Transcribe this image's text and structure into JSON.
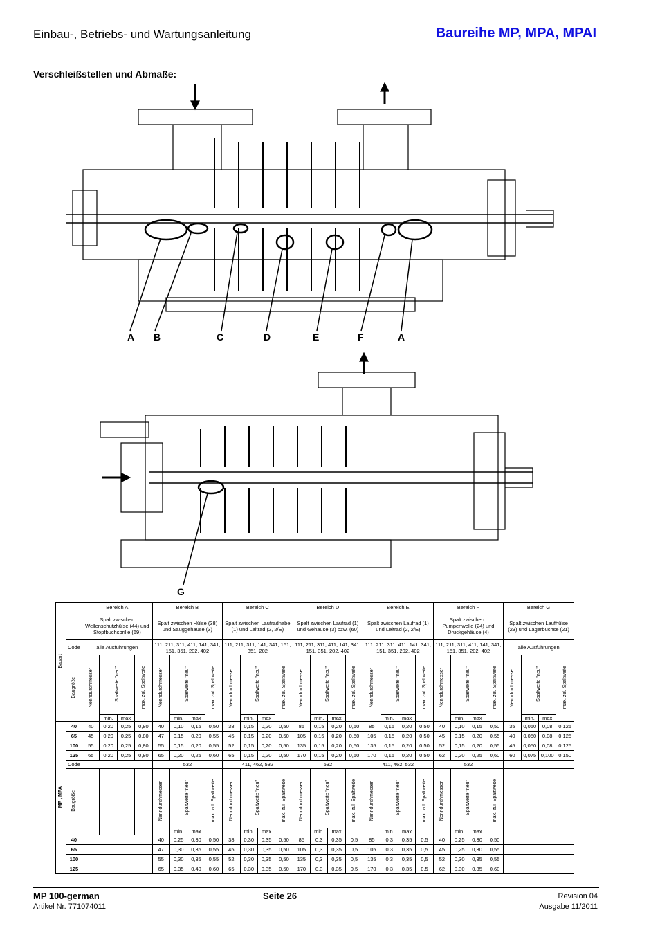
{
  "header": {
    "left": "Einbau-, Betriebs- und Wartungsanleitung",
    "right": "Baureihe MP, MPA, MPAI"
  },
  "section_title": "Verschleißstellen und Abmaße:",
  "markers_top": [
    "A",
    "B",
    "C",
    "D",
    "E",
    "F",
    "A"
  ],
  "marker_bottom": "G",
  "table": {
    "bauart": "Bauart",
    "mp_mpa": "MP , MPA",
    "code": "Code",
    "baugroesse": "Baugröße",
    "nenn": "Nenndurchmesser",
    "neu": "Spaltweite \"neu\"",
    "max_zul": "max. zul. Spaltweite",
    "min": "min.",
    "max": "max",
    "bereiche": [
      {
        "name": "Bereich A",
        "desc": "Spalt zwischen Wellenschutzhülse (44) und Stopfbuchsbrille (69)",
        "codes": "alle Ausführungen"
      },
      {
        "name": "Bereich B",
        "desc": "Spalt zwischen Hülse (38) und Sauggehäuse (3)",
        "codes": "111, 211, 311, 411, 141, 341, 151, 351, 202, 402"
      },
      {
        "name": "Bereich C",
        "desc": "Spalt zwischen Laufradnabe (1) und Leitrad (2, 2/E)",
        "codes": "111, 211, 311, 141, 341, 151, 351, 202"
      },
      {
        "name": "Bereich D",
        "desc": "Spalt zwischen Laufrad (1) und Gehäuse (3) bzw. (60)",
        "codes": "111, 211, 311, 411, 141, 341, 151, 351, 202, 402"
      },
      {
        "name": "Bereich E",
        "desc": "Spalt zwischen Laufrad (1) und Leitrad (2, 2/E)",
        "codes": "111, 211, 311, 411, 141, 341, 151, 351, 202, 402"
      },
      {
        "name": "Bereich F",
        "desc": "Spalt zwischen . Pumpenwelle (24) und Druckgehäuse (4)",
        "codes": "111, 211, 311, 411, 141, 341, 151, 351, 202, 402"
      },
      {
        "name": "Bereich G",
        "desc": "Spalt zwischen Laufhülse (23) und Lagerbuchse (21)",
        "codes": "alle Ausführungen"
      }
    ],
    "sizes": [
      "40",
      "65",
      "100",
      "125"
    ],
    "rows1": [
      [
        "40",
        "0,20",
        "0,25",
        "0,80",
        "40",
        "0,10",
        "0,15",
        "0,50",
        "38",
        "0,15",
        "0,20",
        "0,50",
        "85",
        "0,15",
        "0,20",
        "0,50",
        "85",
        "0,15",
        "0,20",
        "0,50",
        "40",
        "0,10",
        "0,15",
        "0,50",
        "35",
        "0,050",
        "0,08",
        "0,125"
      ],
      [
        "45",
        "0,20",
        "0,25",
        "0,80",
        "47",
        "0,15",
        "0,20",
        "0,55",
        "45",
        "0,15",
        "0,20",
        "0,50",
        "105",
        "0,15",
        "0,20",
        "0,50",
        "105",
        "0,15",
        "0,20",
        "0,50",
        "45",
        "0,15",
        "0,20",
        "0,55",
        "40",
        "0,050",
        "0,08",
        "0,125"
      ],
      [
        "55",
        "0,20",
        "0,25",
        "0,80",
        "55",
        "0,15",
        "0,20",
        "0,55",
        "52",
        "0,15",
        "0,20",
        "0,50",
        "135",
        "0,15",
        "0,20",
        "0,50",
        "135",
        "0,15",
        "0,20",
        "0,50",
        "52",
        "0,15",
        "0,20",
        "0,55",
        "45",
        "0,050",
        "0,08",
        "0,125"
      ],
      [
        "65",
        "0,20",
        "0,25",
        "0,80",
        "65",
        "0,20",
        "0,25",
        "0,60",
        "65",
        "0,15",
        "0,20",
        "0,50",
        "170",
        "0,15",
        "0,20",
        "0,50",
        "170",
        "0,15",
        "0,20",
        "0,50",
        "62",
        "0,20",
        "0,25",
        "0,60",
        "60",
        "0,075",
        "0,100",
        "0,150"
      ]
    ],
    "codes2": [
      "532",
      "411, 462, 532",
      "532",
      "411, 462, 532",
      "532"
    ],
    "rows2": [
      [
        "40",
        "0,25",
        "0,30",
        "0,50",
        "38",
        "0,30",
        "0,35",
        "0,50",
        "85",
        "0,3",
        "0,35",
        "0,5",
        "85",
        "0,3",
        "0,35",
        "0,5",
        "40",
        "0,25",
        "0,30",
        "0,50"
      ],
      [
        "47",
        "0,30",
        "0,35",
        "0,55",
        "45",
        "0,30",
        "0,35",
        "0,50",
        "105",
        "0,3",
        "0,35",
        "0,5",
        "105",
        "0,3",
        "0,35",
        "0,5",
        "45",
        "0,25",
        "0,30",
        "0,55"
      ],
      [
        "55",
        "0,30",
        "0,35",
        "0,55",
        "52",
        "0,30",
        "0,35",
        "0,50",
        "135",
        "0,3",
        "0,35",
        "0,5",
        "135",
        "0,3",
        "0,35",
        "0,5",
        "52",
        "0,30",
        "0,35",
        "0,55"
      ],
      [
        "65",
        "0,35",
        "0,40",
        "0,60",
        "65",
        "0,30",
        "0,35",
        "0,50",
        "170",
        "0,3",
        "0,35",
        "0,5",
        "170",
        "0,3",
        "0,35",
        "0,5",
        "62",
        "0,30",
        "0,35",
        "0,60"
      ]
    ]
  },
  "footer": {
    "doc": "MP 100-german",
    "artikel": "Artikel Nr. 771074011",
    "page": "Seite 26",
    "revision": "Revision 04",
    "ausgabe": "Ausgabe 11/2011"
  },
  "colors": {
    "title_blue": "#1010e0"
  }
}
